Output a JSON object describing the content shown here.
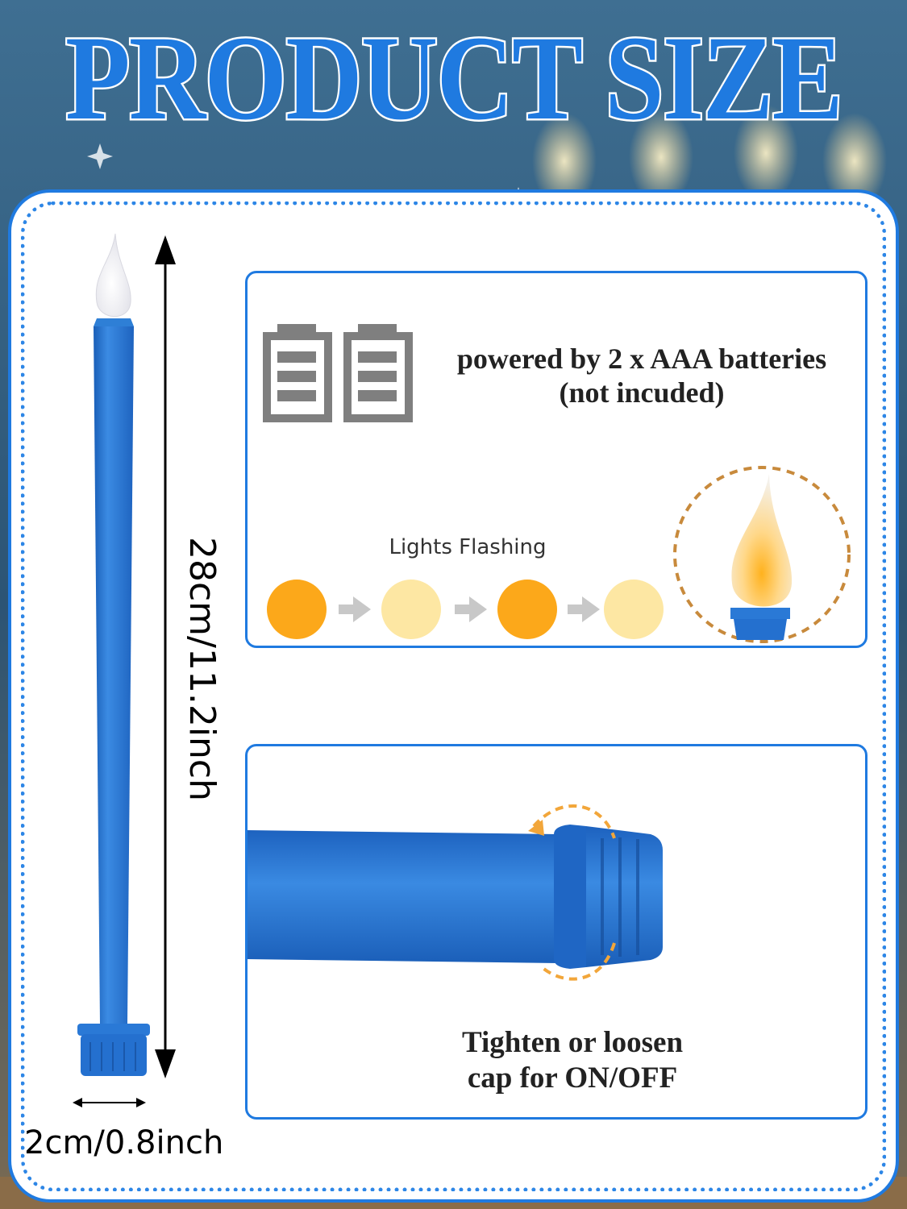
{
  "title": "PRODUCT SIZE",
  "dimensions": {
    "height": "28cm/11.2inch",
    "width": "2cm/0.8inch"
  },
  "battery": {
    "line1": "powered by 2 x AAA batteries",
    "line2": "(not incuded)",
    "icon": "battery-icon"
  },
  "flashing": {
    "label": "Lights Flashing",
    "sequence": [
      "dark-orange",
      "light-yellow",
      "dark-orange",
      "light-yellow"
    ]
  },
  "cap": {
    "line1": "Tighten or loosen",
    "line2": "cap for ON/OFF"
  },
  "colors": {
    "accent_blue": "#1f7ae0",
    "candle_blue": "#2a79d6",
    "orange": "#fca81a",
    "light_yellow": "#fde7a3",
    "arrow_gray": "#c8c8c8",
    "battery_gray": "#7f7f7f"
  }
}
